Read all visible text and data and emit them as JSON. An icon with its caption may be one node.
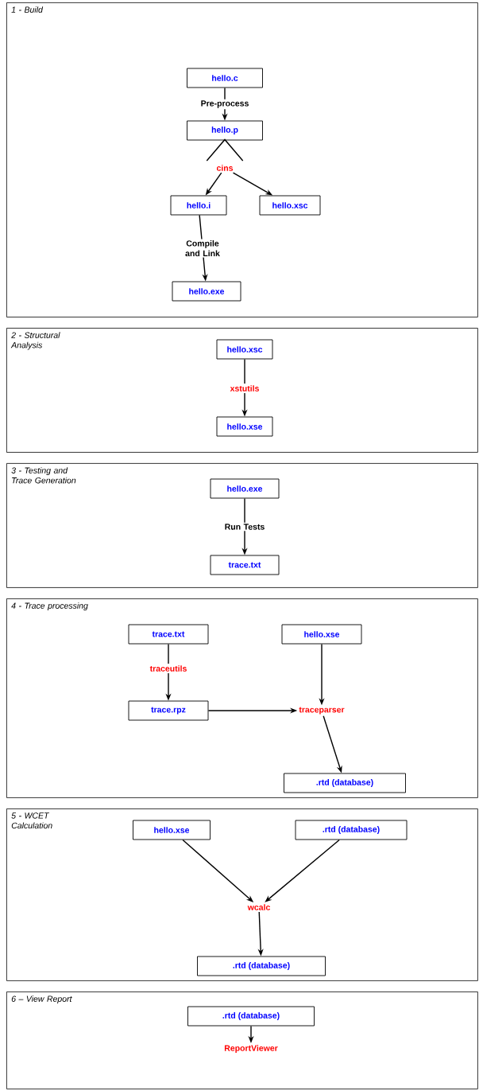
{
  "diagram": {
    "nodes": [
      {
        "text": [
          "1 - Build"
        ]
      },
      {
        "text": [
          "hello.c"
        ],
        "in": 0
      },
      {
        "text": [
          "hello.p"
        ],
        "in": 0
      },
      {
        "text": [
          "cins"
        ],
        "in": 0
      },
      {
        "text": [
          "hello.i"
        ],
        "in": 0
      },
      {
        "text": [
          "hello.xsc"
        ],
        "in": 0
      },
      {
        "text": [
          "hello.exe"
        ],
        "in": 0
      },
      {
        "text": [
          "2 - Structural Analysis"
        ]
      },
      {
        "text": [
          "hello.xsc"
        ],
        "in": 7
      },
      {
        "text": [
          "xstutils"
        ],
        "in": 7
      },
      {
        "text": [
          "hello.xse"
        ],
        "in": 7
      },
      {
        "text": [
          "3 - Testing and Trace Generation"
        ]
      },
      {
        "text": [
          "hello.exe"
        ],
        "in": 11
      },
      {
        "text": [
          "trace.txt"
        ],
        "in": 11
      },
      {
        "text": [
          "4 - Trace processing"
        ]
      },
      {
        "text": [
          "trace.txt"
        ],
        "in": 14
      },
      {
        "text": [
          "hello.xse"
        ],
        "in": 14
      },
      {
        "text": [
          "traceutils"
        ],
        "in": 14
      },
      {
        "text": [
          "trace.rpz"
        ],
        "in": 14
      },
      {
        "text": [
          "traceparser"
        ],
        "in": 14
      },
      {
        "text": [
          ".rtd (database)"
        ],
        "in": 14
      },
      {
        "text": [
          "5 - WCET Calculation"
        ]
      },
      {
        "text": [
          "hello.xse"
        ],
        "in": 21
      },
      {
        "text": [
          ".rtd (database)"
        ],
        "in": 21
      },
      {
        "text": [
          "wcalc"
        ],
        "in": 21
      },
      {
        "text": [
          ".rtd (database)"
        ],
        "in": 21
      },
      {
        "text": [
          "6 – View Report"
        ]
      },
      {
        "text": [
          ".rtd (database)"
        ],
        "in": 26
      },
      {
        "text": [
          "ReportViewer"
        ],
        "in": 26
      }
    ],
    "edges": [
      {
        "from": 1,
        "to": 2,
        "arrow": "to",
        "label": "Pre-process"
      },
      {
        "from": 2,
        "to": 3,
        "arrow": "none"
      },
      {
        "from": 3,
        "to": 4,
        "arrow": "to"
      },
      {
        "from": 3,
        "to": 5,
        "arrow": "to"
      },
      {
        "from": 4,
        "to": 6,
        "arrow": "to",
        "label": "Compile and Link"
      },
      {
        "from": 8,
        "to": 9,
        "arrow": "none"
      },
      {
        "from": 9,
        "to": 10,
        "arrow": "to"
      },
      {
        "from": 12,
        "to": 13,
        "arrow": "to",
        "label": "Run Tests"
      },
      {
        "from": 15,
        "to": 17,
        "arrow": "none"
      },
      {
        "from": 17,
        "to": 18,
        "arrow": "to"
      },
      {
        "from": 18,
        "to": 19,
        "arrow": "to"
      },
      {
        "from": 16,
        "to": 19,
        "arrow": "to"
      },
      {
        "from": 19,
        "to": 20,
        "arrow": "to"
      },
      {
        "from": 22,
        "to": 24,
        "arrow": "to"
      },
      {
        "from": 23,
        "to": 24,
        "arrow": "to"
      },
      {
        "from": 24,
        "to": 25,
        "arrow": "to"
      },
      {
        "from": 27,
        "to": 28,
        "arrow": "to"
      }
    ]
  }
}
